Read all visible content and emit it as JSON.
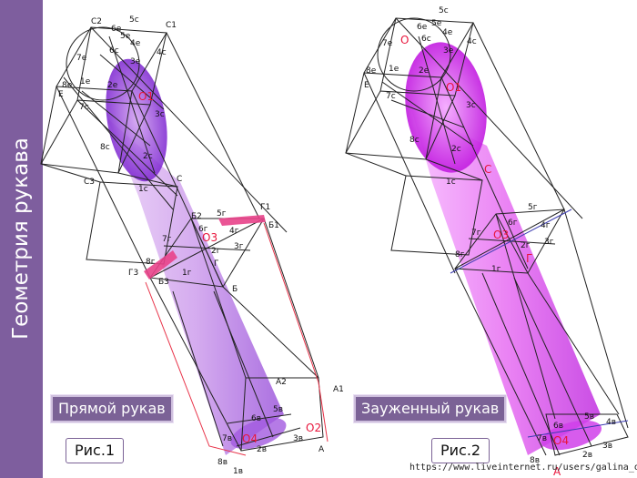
{
  "sidebar": {
    "title": "Геометрия рукава"
  },
  "figures": [
    {
      "banner": "Прямой рукав",
      "caption": "Рис.1"
    },
    {
      "banner": "Зауженный рукав",
      "caption": "Рис.2"
    }
  ],
  "watermark": "https://www.liveinternet.ru/users/galina_o/",
  "colors": {
    "sidebar": "#7e5e9e",
    "sleeve_light": "#d9a8f0",
    "sleeve_dark": "#8a38d8",
    "sleeve2": "#e040f0",
    "accent": "#e8163c"
  },
  "labels1": [
    "С2",
    "5с",
    "С1",
    "6е",
    "5е",
    "6с",
    "4е",
    "7е",
    "3е",
    "4с",
    "8е",
    "1е",
    "2е",
    "Е",
    "О1",
    "7с",
    "3с",
    "8с",
    "2с",
    "С3",
    "С",
    "1с",
    "Г1",
    "Б2",
    "5г",
    "Б1",
    "6г",
    "4г",
    "7г",
    "О3",
    "2г",
    "3г",
    "8г",
    "Г",
    "1г",
    "Г3",
    "Б3",
    "Б",
    "А2",
    "А1",
    "6в",
    "5в",
    "О2",
    "7в",
    "О4",
    "8в",
    "3в",
    "2в",
    "А",
    "1в"
  ],
  "labels2": [
    "5с",
    "О",
    "6е",
    "5е",
    "6с",
    "4е",
    "7е",
    "3е",
    "4с",
    "8е",
    "1е",
    "2е",
    "Е",
    "О1",
    "7с",
    "3с",
    "8с",
    "2с",
    "С",
    "1с",
    "5г",
    "6г",
    "4г",
    "7г",
    "О3",
    "3г",
    "2г",
    "8г",
    "1г",
    "Г",
    "6в",
    "5в",
    "4в",
    "7в",
    "О4",
    "8в",
    "2в",
    "3в",
    "А"
  ]
}
